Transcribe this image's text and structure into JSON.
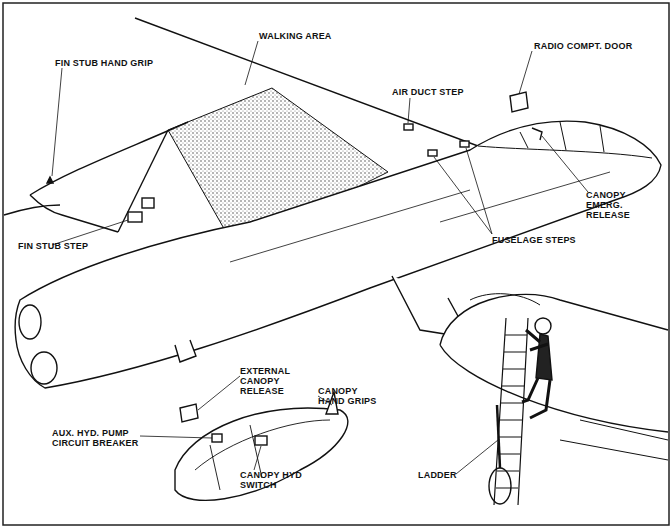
{
  "diagram": {
    "labels": [
      "WALKING AREA",
      "FIN STUB HAND GRIP",
      "AIR DUCT STEP",
      "RADIO COMPT. DOOR",
      "CANOPY EMERG. RELEASE",
      "FIN STUB STEP",
      "FUSELAGE STEPS",
      "EXTERNAL CANOPY RELEASE",
      "CANOPY HAND GRIPS",
      "AUX. HYD. PUMP CIRCUIT BREAKER",
      "CANOPY HYD SWITCH",
      "LADDER"
    ]
  }
}
